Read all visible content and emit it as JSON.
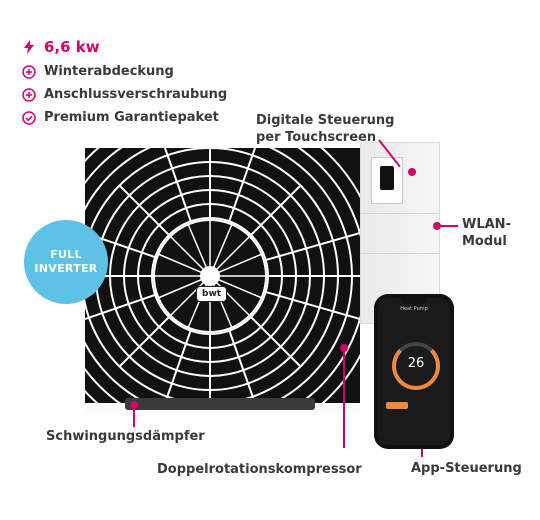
{
  "features": {
    "power": "6,6 kw",
    "items": [
      "Winterabdeckung",
      "Anschlussverschraubung",
      "Premium Garantiepaket"
    ]
  },
  "badge": {
    "line1": "FULL",
    "line2": "INVERTER"
  },
  "callouts": {
    "touch": {
      "line1": "Digitale Steuerung",
      "line2": "per Touchscreen"
    },
    "wlan": {
      "line1": "WLAN-",
      "line2": "Modul"
    },
    "damper": "Schwingungsdämpfer",
    "compressor": "Doppelrotationskompressor",
    "app": "App-Steuerung"
  },
  "product": {
    "logo": "bwt"
  },
  "phone": {
    "title": "Heat Pump",
    "temperature": "26"
  },
  "colors": {
    "accent": "#d6006d",
    "badge": "#5ec2e6"
  },
  "icons": {
    "power": "lightning-icon",
    "plus": "plus-circle-icon",
    "check": "check-circle-icon"
  }
}
